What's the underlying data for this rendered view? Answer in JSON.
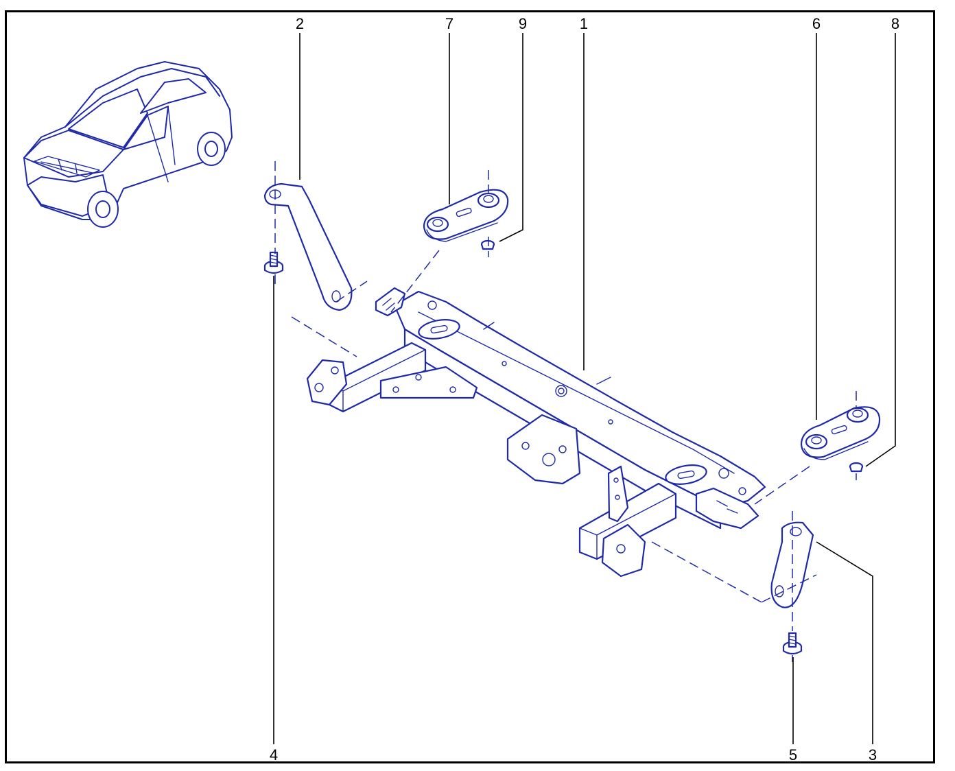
{
  "colors": {
    "line": "#1f2aa8",
    "callout": "#000000",
    "frame": "#000000",
    "background": "#ffffff"
  },
  "callouts": {
    "c1": "1",
    "c2": "2",
    "c3": "3",
    "c4": "4",
    "c5": "5",
    "c6": "6",
    "c7": "7",
    "c8": "8",
    "c9": "9"
  },
  "parts": {
    "crossmember": "crossmember",
    "bracket_left": "bracket",
    "bracket_right": "bracket",
    "bolt_left": "bolt",
    "bolt_right": "bolt",
    "mount_pad_left": "mount pad",
    "mount_pad_right": "mount pad",
    "nut_left": "nut",
    "nut_right": "nut"
  },
  "icons": {
    "vehicle_locator": "car-locator-icon"
  }
}
